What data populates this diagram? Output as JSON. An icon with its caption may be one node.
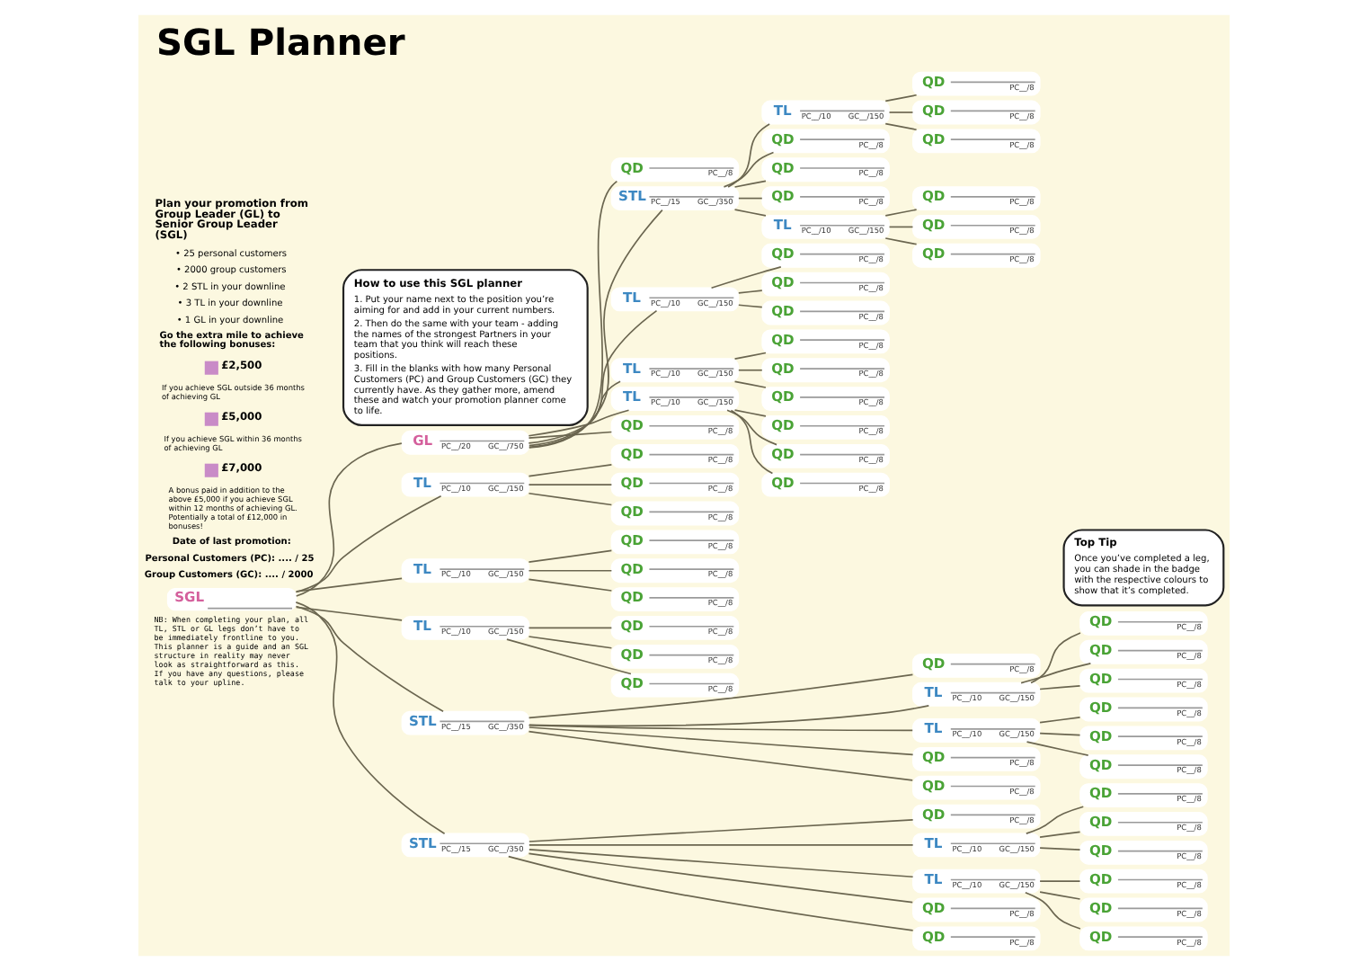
{
  "diagram": {
    "title": "SGL Planner",
    "nodes": [
      {
        "text": [
          "How to use this SGL planner",
          "1. Put your name next to the position you’re aiming for and add in your current numbers.",
          "2. Then do the same with your team - adding the names of the strongest Partners in your team that you think will reach these positions.",
          "3. Fill in the blanks with how many Personal Customers (PC) and Group Customers (GC) they currently have. As they gather more, amend these and watch your promotion planner come to life."
        ]
      },
      {
        "text": [
          "Top Tip",
          "Once you’ve completed a leg, you can shade in the badge with the respective colours to show that it’s completed."
        ]
      },
      {
        "text": [
          "SGL"
        ]
      },
      {
        "text": [
          "GL",
          "PC__/20",
          "GC__/750"
        ]
      },
      {
        "text": [
          "STL",
          "PC__/15",
          "GC__/350"
        ]
      },
      {
        "text": [
          "TL",
          "PC__/10",
          "GC__/150"
        ]
      },
      {
        "text": [
          "QD",
          "PC__/8"
        ]
      },
      {
        "text": [
          "QD",
          "PC__/8"
        ]
      },
      {
        "text": [
          "QD",
          "PC__/8"
        ]
      },
      {
        "text": [
          "TL",
          "PC__/10",
          "GC__/150"
        ]
      },
      {
        "text": [
          "QD",
          "PC__/8"
        ]
      },
      {
        "text": [
          "QD",
          "PC__/8"
        ]
      },
      {
        "text": [
          "QD",
          "PC__/8"
        ]
      },
      {
        "text": [
          "QD",
          "PC__/8"
        ]
      },
      {
        "text": [
          "QD",
          "PC__/8"
        ]
      },
      {
        "text": [
          "QD",
          "PC__/8"
        ]
      },
      {
        "text": [
          "TL",
          "PC__/10",
          "GC__/150"
        ]
      },
      {
        "text": [
          "QD",
          "PC__/8"
        ]
      },
      {
        "text": [
          "QD",
          "PC__/8"
        ]
      },
      {
        "text": [
          "QD",
          "PC__/8"
        ]
      },
      {
        "text": [
          "TL",
          "PC__/10",
          "GC__/150"
        ]
      },
      {
        "text": [
          "QD",
          "PC__/8"
        ]
      },
      {
        "text": [
          "QD",
          "PC__/8"
        ]
      },
      {
        "text": [
          "QD",
          "PC__/8"
        ]
      },
      {
        "text": [
          "TL",
          "PC__/10",
          "GC__/150"
        ]
      },
      {
        "text": [
          "QD",
          "PC__/8"
        ]
      },
      {
        "text": [
          "QD",
          "PC__/8"
        ]
      },
      {
        "text": [
          "QD",
          "PC__/8"
        ]
      },
      {
        "text": [
          "QD",
          "PC__/8"
        ]
      },
      {
        "text": [
          "QD",
          "PC__/8"
        ]
      },
      {
        "text": [
          "STL",
          "PC__/15",
          "GC__/350"
        ]
      },
      {
        "text": [
          "TL",
          "PC__/10",
          "GC__/150"
        ]
      },
      {
        "text": [
          "QD",
          "PC__/8"
        ]
      },
      {
        "text": [
          "QD",
          "PC__/8"
        ]
      },
      {
        "text": [
          "QD",
          "PC__/8"
        ]
      },
      {
        "text": [
          "TL",
          "PC__/10",
          "GC__/150"
        ]
      },
      {
        "text": [
          "QD",
          "PC__/8"
        ]
      },
      {
        "text": [
          "QD",
          "PC__/8"
        ]
      },
      {
        "text": [
          "QD",
          "PC__/8"
        ]
      },
      {
        "text": [
          "QD",
          "PC__/8"
        ]
      },
      {
        "text": [
          "QD",
          "PC__/8"
        ]
      },
      {
        "text": [
          "QD",
          "PC__/8"
        ]
      },
      {
        "text": [
          "STL",
          "PC__/15",
          "GC__/350"
        ]
      },
      {
        "text": [
          "TL",
          "PC__/10",
          "GC__/150"
        ]
      },
      {
        "text": [
          "QD",
          "PC__/8"
        ]
      },
      {
        "text": [
          "QD",
          "PC__/8"
        ]
      },
      {
        "text": [
          "QD",
          "PC__/8"
        ]
      },
      {
        "text": [
          "TL",
          "PC__/10",
          "GC__/150"
        ]
      },
      {
        "text": [
          "QD",
          "PC__/8"
        ]
      },
      {
        "text": [
          "QD",
          "PC__/8"
        ]
      },
      {
        "text": [
          "QD",
          "PC__/8"
        ]
      },
      {
        "text": [
          "QD",
          "PC__/8"
        ]
      },
      {
        "text": [
          "QD",
          "PC__/8"
        ]
      },
      {
        "text": [
          "QD",
          "PC__/8"
        ]
      },
      {
        "text": [
          "TL",
          "PC__/10",
          "GC__/150"
        ]
      },
      {
        "text": [
          "QD",
          "PC__/8"
        ]
      },
      {
        "text": [
          "QD",
          "PC__/8"
        ]
      },
      {
        "text": [
          "QD",
          "PC__/8"
        ]
      },
      {
        "text": [
          "TL",
          "PC__/10",
          "GC__/150"
        ]
      },
      {
        "text": [
          "QD",
          "PC__/8"
        ]
      },
      {
        "text": [
          "QD",
          "PC__/8"
        ]
      },
      {
        "text": [
          "QD",
          "PC__/8"
        ]
      },
      {
        "text": [
          "TL",
          "PC__/10",
          "GC__/150"
        ]
      },
      {
        "text": [
          "QD",
          "PC__/8"
        ]
      },
      {
        "text": [
          "QD",
          "PC__/8"
        ]
      },
      {
        "text": [
          "QD",
          "PC__/8"
        ]
      }
    ],
    "edges": [
      {
        "from": 2,
        "to": 3,
        "arrow": "none"
      },
      {
        "from": 3,
        "to": 4,
        "arrow": "none"
      },
      {
        "from": 4,
        "to": 5,
        "arrow": "none"
      },
      {
        "from": 5,
        "to": 6,
        "arrow": "none"
      },
      {
        "from": 5,
        "to": 7,
        "arrow": "none"
      },
      {
        "from": 5,
        "to": 8,
        "arrow": "none"
      },
      {
        "from": 4,
        "to": 9,
        "arrow": "none"
      },
      {
        "from": 9,
        "to": 10,
        "arrow": "none"
      },
      {
        "from": 9,
        "to": 11,
        "arrow": "none"
      },
      {
        "from": 9,
        "to": 12,
        "arrow": "none"
      },
      {
        "from": 4,
        "to": 13,
        "arrow": "none"
      },
      {
        "from": 4,
        "to": 14,
        "arrow": "none"
      },
      {
        "from": 4,
        "to": 15,
        "arrow": "none"
      },
      {
        "from": 3,
        "to": 16,
        "arrow": "none"
      },
      {
        "from": 16,
        "to": 17,
        "arrow": "none"
      },
      {
        "from": 16,
        "to": 18,
        "arrow": "none"
      },
      {
        "from": 16,
        "to": 19,
        "arrow": "none"
      },
      {
        "from": 3,
        "to": 20,
        "arrow": "none"
      },
      {
        "from": 20,
        "to": 21,
        "arrow": "none"
      },
      {
        "from": 20,
        "to": 22,
        "arrow": "none"
      },
      {
        "from": 20,
        "to": 23,
        "arrow": "none"
      },
      {
        "from": 3,
        "to": 24,
        "arrow": "none"
      },
      {
        "from": 24,
        "to": 25,
        "arrow": "none"
      },
      {
        "from": 24,
        "to": 26,
        "arrow": "none"
      },
      {
        "from": 24,
        "to": 27,
        "arrow": "none"
      },
      {
        "from": 3,
        "to": 28,
        "arrow": "none"
      },
      {
        "from": 3,
        "to": 29,
        "arrow": "none"
      },
      {
        "from": 2,
        "to": 30,
        "arrow": "none"
      },
      {
        "from": 30,
        "to": 31,
        "arrow": "none"
      },
      {
        "from": 31,
        "to": 32,
        "arrow": "none"
      },
      {
        "from": 31,
        "to": 33,
        "arrow": "none"
      },
      {
        "from": 31,
        "to": 34,
        "arrow": "none"
      },
      {
        "from": 30,
        "to": 35,
        "arrow": "none"
      },
      {
        "from": 35,
        "to": 36,
        "arrow": "none"
      },
      {
        "from": 35,
        "to": 37,
        "arrow": "none"
      },
      {
        "from": 35,
        "to": 38,
        "arrow": "none"
      },
      {
        "from": 30,
        "to": 39,
        "arrow": "none"
      },
      {
        "from": 30,
        "to": 40,
        "arrow": "none"
      },
      {
        "from": 30,
        "to": 41,
        "arrow": "none"
      },
      {
        "from": 2,
        "to": 42,
        "arrow": "none"
      },
      {
        "from": 42,
        "to": 43,
        "arrow": "none"
      },
      {
        "from": 43,
        "to": 44,
        "arrow": "none"
      },
      {
        "from": 43,
        "to": 45,
        "arrow": "none"
      },
      {
        "from": 43,
        "to": 46,
        "arrow": "none"
      },
      {
        "from": 42,
        "to": 47,
        "arrow": "none"
      },
      {
        "from": 47,
        "to": 48,
        "arrow": "none"
      },
      {
        "from": 47,
        "to": 49,
        "arrow": "none"
      },
      {
        "from": 47,
        "to": 50,
        "arrow": "none"
      },
      {
        "from": 42,
        "to": 51,
        "arrow": "none"
      },
      {
        "from": 42,
        "to": 52,
        "arrow": "none"
      },
      {
        "from": 42,
        "to": 53,
        "arrow": "none"
      },
      {
        "from": 2,
        "to": 54,
        "arrow": "none"
      },
      {
        "from": 54,
        "to": 55,
        "arrow": "none"
      },
      {
        "from": 54,
        "to": 56,
        "arrow": "none"
      },
      {
        "from": 54,
        "to": 57,
        "arrow": "none"
      },
      {
        "from": 2,
        "to": 58,
        "arrow": "none"
      },
      {
        "from": 58,
        "to": 59,
        "arrow": "none"
      },
      {
        "from": 58,
        "to": 60,
        "arrow": "none"
      },
      {
        "from": 58,
        "to": 61,
        "arrow": "none"
      },
      {
        "from": 2,
        "to": 62,
        "arrow": "none"
      },
      {
        "from": 62,
        "to": 63,
        "arrow": "none"
      },
      {
        "from": 62,
        "to": 64,
        "arrow": "none"
      },
      {
        "from": 62,
        "to": 65,
        "arrow": "none"
      }
    ],
    "labels": [
      "Plan your promotion from Group Leader (GL) to Senior Group Leader (SGL)",
      "• 25 personal customers",
      "• 2000 group customers",
      "• 2 STL in your downline",
      "• 3 TL in your downline",
      "• 1 GL in your downline",
      "Go the extra mile to achieve the following bonuses:",
      "£2,500",
      "If you achieve SGL outside 36 months of achieving GL",
      "£5,000",
      "If you achieve SGL within 36 months of achieving GL",
      "£7,000",
      "A bonus paid in addition to the above £5,000 if you achieve SGL within 12 months of achieving GL. Potentially a total of £12,000 in bonuses!",
      "Date of last promotion:",
      "Personal Customers (PC): .... / 25",
      "Group Customers (GC): .... / 2000",
      "NB: When completing your plan, all TL, STL or GL legs don’t have to be immediately frontline to you. This planner is a guide and an SGL structure in reality may never look as straightforward as this. If you have any questions, please talk to your upline."
    ]
  }
}
